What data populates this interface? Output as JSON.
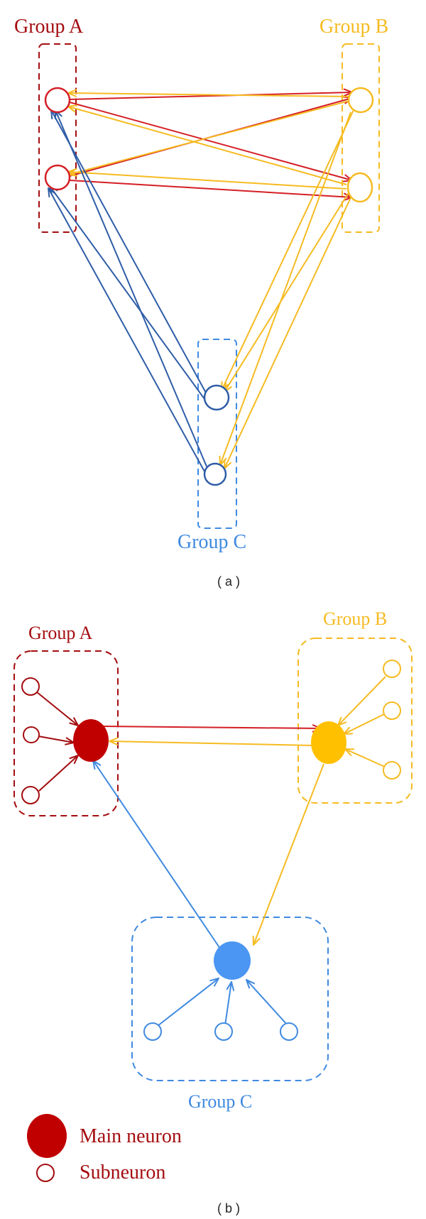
{
  "colors": {
    "red": "#d41f26",
    "dark_red": "#a40d10",
    "main_red": "#c00000",
    "yellow": "#f6bb22",
    "main_yellow": "#ffc000",
    "blue": "#2f5da7",
    "light_blue": "#3f8ae0",
    "main_blue": "#4a96f2"
  },
  "panel_a": {
    "group_a_label": "Group A",
    "group_b_label": "Group B",
    "group_c_label": "Group C",
    "caption": "( a )"
  },
  "panel_b": {
    "group_a_label": "Group A",
    "group_b_label": "Group B",
    "group_c_label": "Group C",
    "caption": "( b )",
    "legend": {
      "main_label": "Main neuron",
      "sub_label": "Subneuron"
    }
  }
}
